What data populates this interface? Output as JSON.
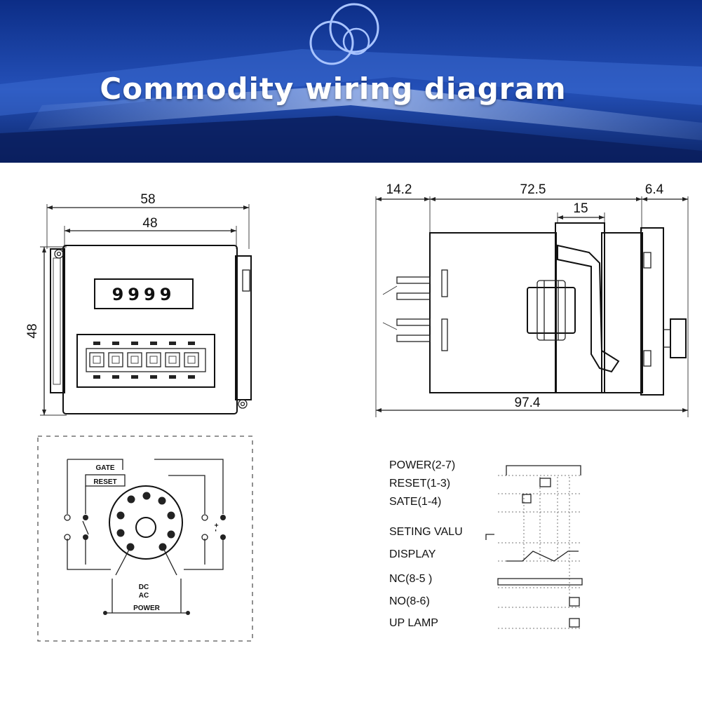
{
  "banner": {
    "title": "Commodity wiring diagram"
  },
  "front_view": {
    "width_outer": "58",
    "width_inner": "48",
    "height": "48",
    "display": "9999"
  },
  "side_view": {
    "dim_left": "14.2",
    "dim_body": "72.5",
    "dim_right": "6.4",
    "dim_knob": "15",
    "dim_total": "97.4"
  },
  "wiring": {
    "gate_label": "GATE",
    "reset_label": "RESET",
    "dc_label": "DC",
    "ac_label": "AC",
    "power_label": "POWER"
  },
  "timing": {
    "rows": [
      {
        "label": "POWER(2-7)"
      },
      {
        "label": "RESET(1-3)"
      },
      {
        "label": "SATE(1-4)"
      },
      {
        "label": "SETING VALU"
      },
      {
        "label": "DISPLAY"
      },
      {
        "label": "NC(8-5 )"
      },
      {
        "label": "NO(8-6)"
      },
      {
        "label": "UP LAMP"
      }
    ]
  },
  "colors": {
    "banner_dark": "#0d2a78",
    "banner_mid": "#2b59c6",
    "banner_light": "#6f93e0",
    "line": "#222222"
  }
}
